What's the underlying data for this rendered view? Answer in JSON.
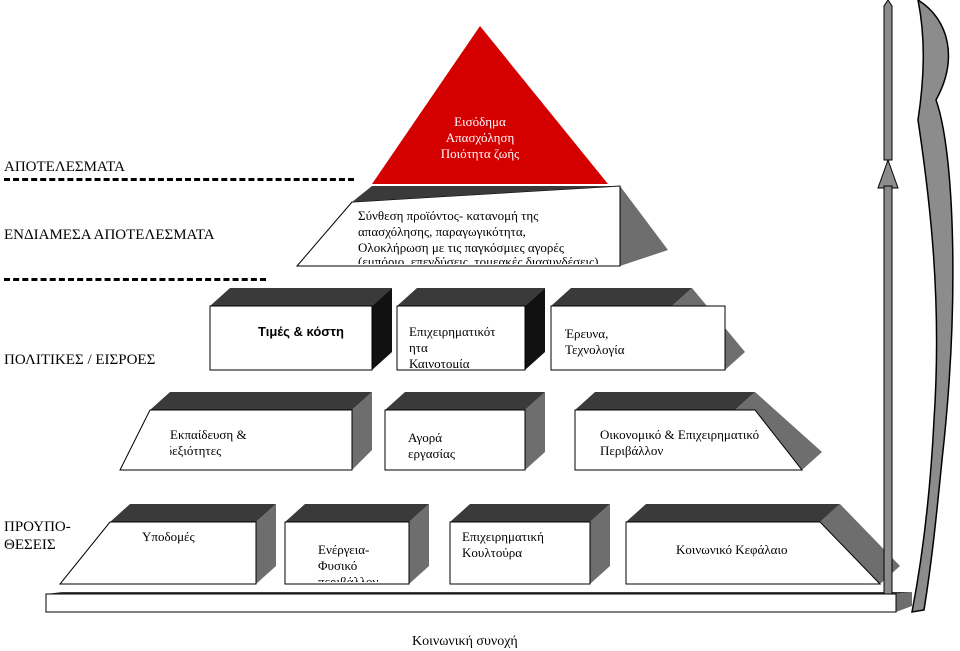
{
  "left_labels": {
    "outcomes": "ΑΠΟΤΕΛΕΣΜΑΤΑ",
    "intermediate": "ΕΝΔΙΑΜΕΣΑ ΑΠΟΤΕΛΕΣΜΑΤΑ",
    "policies": "ΠΟΛΙΤΙΚΕΣ / ΕΙΣΡΟΕΣ",
    "preconditions_line1": "ΠΡΟΥΠΟ-",
    "preconditions_line2": "ΘΕΣΕΙΣ"
  },
  "apex": {
    "line1": "Εισόδημα",
    "line2": "Απασχόληση",
    "line3": "Ποιότητα ζωής",
    "color": "#d40000"
  },
  "intermediate_block": {
    "line1": "Σύνθεση προϊόντος- κατανομή της",
    "line2": "απασχόλησης, παραγωγικότητα,",
    "line3": "Ολοκλήρωση με τις παγκόσμιες αγορές",
    "line4": "(εμπόριο, επενδύσεις, τομεακές διασυνδέσεις)"
  },
  "policies": {
    "prices_costs": "Τιμές & κόστη",
    "entrepreneurship_line1": "Επιχειρηματικότ",
    "entrepreneurship_line2": "ητα",
    "entrepreneurship_line3": "Καινοτομία",
    "research_line1": "Έρευνα,",
    "research_line2": "Τεχνολογία"
  },
  "inputs": {
    "education_line1": "Εκπαίδευση &",
    "education_line2": "δεξιότητες",
    "labour_line1": "Αγορά",
    "labour_line2": "εργασίας",
    "environment_line1": "Οικονομικό & Επιχειρηματικό",
    "environment_line2": "Περιβάλλον"
  },
  "preconditions": {
    "infrastructure": "Υποδομές",
    "energy_line1": "Ενέργεια-",
    "energy_line2": "Φυσικό",
    "energy_line3": "περιβάλλον",
    "culture_line1": "Επιχειρηματική",
    "culture_line2": "Κουλτούρα",
    "social_capital": "Κοινωνικό Κεφάλαιο"
  },
  "base_label": "Κοινωνική συνοχή",
  "colors": {
    "block_side": "#6e6e6e",
    "block_top": "#3a3a3a",
    "arrow_fill": "#8c8c8c"
  }
}
